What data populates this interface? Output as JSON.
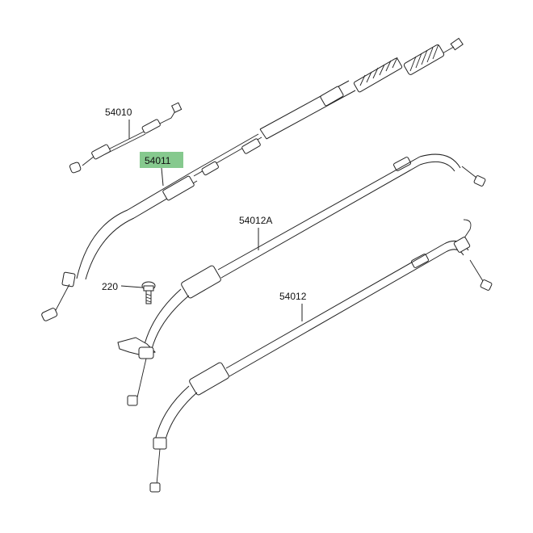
{
  "diagram": {
    "colors": {
      "highlight": "#86c98e",
      "line": "#222222",
      "background": "#ffffff"
    },
    "highlighted_part": "54011",
    "parts": [
      {
        "id": "54010"
      },
      {
        "id": "54011"
      },
      {
        "id": "54012A"
      },
      {
        "id": "220"
      },
      {
        "id": "54012"
      }
    ]
  }
}
